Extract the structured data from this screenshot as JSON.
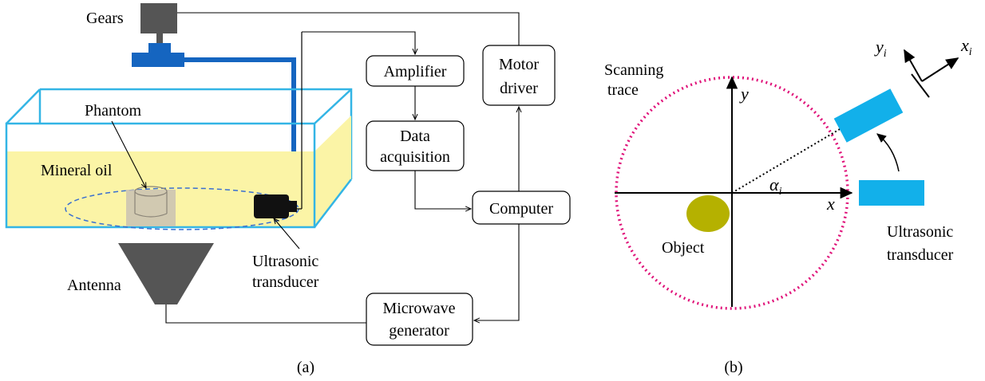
{
  "panel_a": {
    "caption": "(a)",
    "labels": {
      "gears": "Gears",
      "phantom": "Phantom",
      "mineral_oil": "Mineral oil",
      "ultrasonic": "Ultrasonic",
      "transducer": "transducer",
      "antenna": "Antenna"
    },
    "boxes": {
      "amplifier": "Amplifier",
      "data_line1": "Data",
      "data_line2": "acquisition",
      "motor_line1": "Motor",
      "motor_line2": "driver",
      "computer": "Computer",
      "micro_line1": "Microwave",
      "micro_line2": "generator"
    },
    "colors": {
      "tank_outline": "#33b5e5",
      "oil": "#fbf4a6",
      "pipe": "#1565c0",
      "gears": "#555555",
      "antenna": "#555555"
    }
  },
  "panel_b": {
    "caption": "(b)",
    "labels": {
      "scanning_line1": "Scanning",
      "scanning_line2": "trace",
      "y_axis": "y",
      "x_axis": "x",
      "alpha": "α",
      "alpha_sub": "i",
      "object": "Object",
      "ultrasonic": "Ultrasonic",
      "transducer": "transducer",
      "yi": "y",
      "yi_sub": "i",
      "xi": "x",
      "xi_sub": "i"
    },
    "colors": {
      "circle": "#e0137a",
      "object": "#b5b100",
      "transducer": "#12b0ea"
    }
  }
}
